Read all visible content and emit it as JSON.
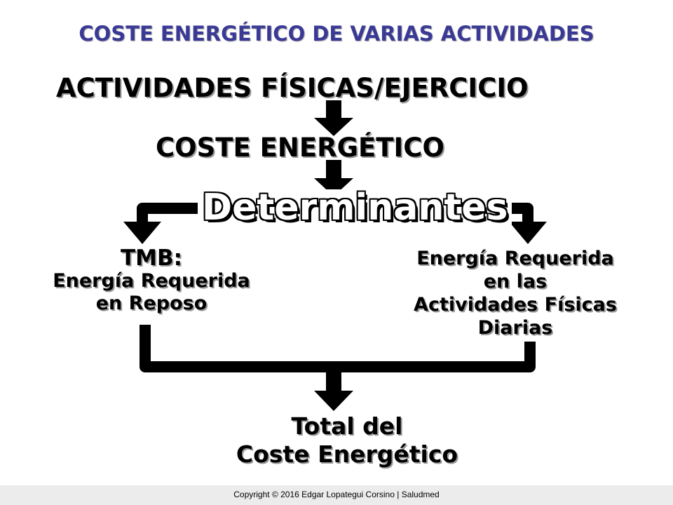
{
  "title": "COSTE ENERGÉTICO DE VARIAS ACTIVIDADES",
  "nodes": {
    "activities": "ACTIVIDADES FÍSICAS/EJERCICIO",
    "energy_cost": "COSTE ENERGÉTICO",
    "determinants": "Determinantes",
    "tmb": {
      "heading": "TMB:",
      "line1": "Energía Requerida",
      "line2": "en Reposo"
    },
    "daily": {
      "line1": "Energía Requerida",
      "line2": "en las",
      "line3": "Actividades Físicas",
      "line4": "Diarias"
    },
    "total": {
      "line1": "Total del",
      "line2": "Coste Energético"
    }
  },
  "footer": "Copyright © 2016 Edgar Lopategui Corsino | Saludmed",
  "colors": {
    "title": "#3a3a96",
    "text": "#000000",
    "shadow": "#9a9a9a",
    "footer_bg": "#ececec"
  }
}
